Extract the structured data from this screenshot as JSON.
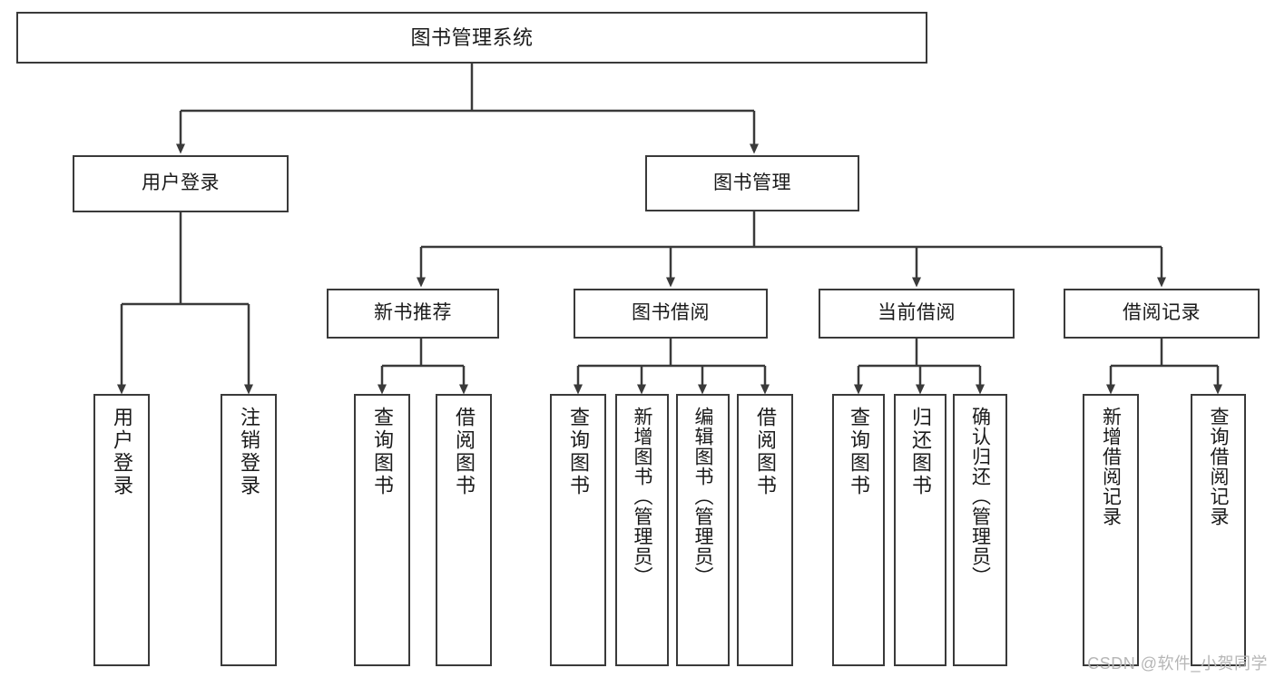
{
  "diagram": {
    "type": "tree",
    "title": "图书管理系统",
    "watermark": "CSDN @软件_小贺同学",
    "colors": {
      "box_border": "#3a3a3a",
      "box_fill": "#ffffff",
      "connector": "#3a3a3a",
      "text": "#1a1a1a",
      "watermark": "#b6b6b6"
    },
    "root": {
      "label": "图书管理系统"
    },
    "level2": [
      {
        "label": "用户登录"
      },
      {
        "label": "图书管理"
      }
    ],
    "level3": [
      {
        "label": "新书推荐"
      },
      {
        "label": "图书借阅"
      },
      {
        "label": "当前借阅"
      },
      {
        "label": "借阅记录"
      }
    ],
    "leaves": {
      "user_login": [
        {
          "label": "用户登录"
        },
        {
          "label": "注销登录"
        }
      ],
      "new_book_recommend": [
        {
          "label": "查询图书"
        },
        {
          "label": "借阅图书"
        }
      ],
      "book_borrow": [
        {
          "label": "查询图书"
        },
        {
          "label": "新增图书（管理员）"
        },
        {
          "label": "编辑图书（管理员）"
        },
        {
          "label": "借阅图书"
        }
      ],
      "current_borrow": [
        {
          "label": "查询图书"
        },
        {
          "label": "归还图书"
        },
        {
          "label": "确认归还（管理员）"
        }
      ],
      "borrow_record": [
        {
          "label": "新增借阅记录"
        },
        {
          "label": "查询借阅记录"
        }
      ]
    }
  }
}
